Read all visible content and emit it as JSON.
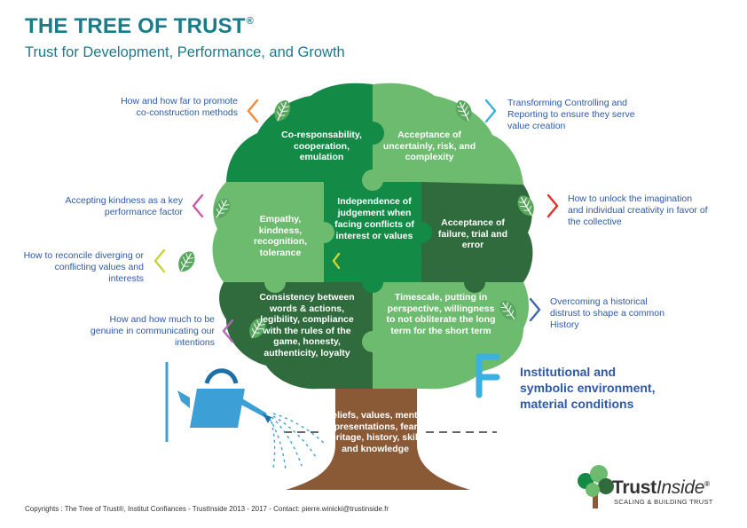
{
  "header": {
    "title": "THE TREE OF TRUST",
    "title_mark": "®",
    "subtitle": "Trust for Development, Performance, and Growth"
  },
  "tree": {
    "top_left": "Co-responsability, cooperation, emulation",
    "top_right": "Acceptance of uncertainly, risk, and complexity",
    "mid_left": "Empathy, kindness, recognition, tolerance",
    "mid_center": "Independence of judgement when facing conflicts of interest or values",
    "mid_right": "Acceptance of failure, trial and error",
    "bottom_left": "Consistency between words & actions, legibility, compliance with the rules of the game, honesty, authenticity, loyalty",
    "bottom_right": "Timescale, putting in perspective, willingness to not obliterate the long term for the short term",
    "trunk": "Beliefs, values, mental representations, fears, heritage, history, skills and knowledge"
  },
  "side_notes": {
    "left_1": "How and how far to promote co-construction methods",
    "left_2": "Accepting kindness as a key performance factor",
    "left_3": "How to reconcile diverging or conflicting values and interests",
    "left_4": "How and how much to be genuine in communicating our intentions",
    "right_1": "Transforming Controlling and Reporting to ensure they serve value creation",
    "right_2": "How to unlock the imagination and individual creativity in favor of the collective",
    "right_3": "Overcoming a historical distrust to shape a common History"
  },
  "environment": "Institutional and symbolic environment, material conditions",
  "footer": {
    "copyright": "Copyrights : The Tree of Trust®, Institut Confiances - TrustInside 2013 - 2017 - Contact: pierre.winicki@trustinside.fr"
  },
  "logo": {
    "name_a": "Trust",
    "name_b": "Inside",
    "mark": "®",
    "tagline": "SCALING & BUILDING TRUST"
  },
  "colors": {
    "title": "#1a7b8a",
    "note_text": "#2e59a8",
    "dark_green": "#2f6b3c",
    "green": "#138a45",
    "light_green": "#6dbb6f",
    "trunk": "#8a5a36",
    "water": "#3c9fd6",
    "chevron_orange": "#f08a3c",
    "chevron_blue": "#3bb0e0",
    "chevron_red": "#e0312a",
    "chevron_pink": "#c95aa4",
    "chevron_lime": "#c6d43a",
    "chevron_purple": "#b16ab6",
    "chevron_navy": "#3d68ac"
  }
}
